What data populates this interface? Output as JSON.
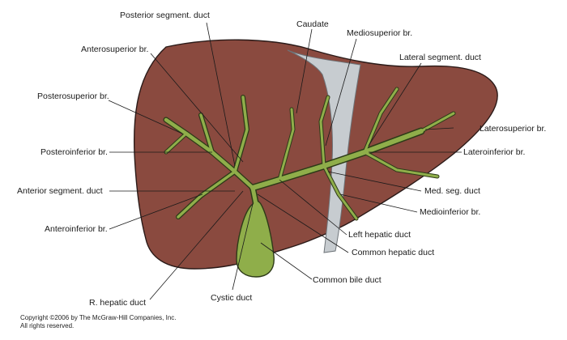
{
  "labels": {
    "posterior_segment_duct": "Posterior segment. duct",
    "caudate": "Caudate",
    "mediosuperior_br": "Mediosuperior br.",
    "anterosuperior_br": "Anterosuperior br.",
    "lateral_segment_duct": "Lateral segment. duct",
    "posterosuperior_br": "Posterosuperior br.",
    "laterosuperior_br": "Laterosuperior br.",
    "posteroinferior_br": "Posteroinferior br.",
    "lateroinferior_br": "Lateroinferior br.",
    "anterior_segment_duct": "Anterior segment. duct",
    "med_seg_duct": "Med. seg. duct",
    "medioinferior_br": "Medioinferior br.",
    "anteroinferior_br": "Anteroinferior br.",
    "left_hepatic_duct": "Left hepatic duct",
    "common_hepatic_duct": "Common hepatic duct",
    "common_bile_duct": "Common bile duct",
    "r_hepatic_duct": "R. hepatic duct",
    "cystic_duct": "Cystic duct"
  },
  "copyright": {
    "line1": "Copyright ©2006 by The McGraw-Hill Companies, Inc.",
    "line2": "All rights reserved."
  },
  "colors": {
    "liver": "#8a4a3f",
    "duct": "#8fae4a",
    "ligament": "#c7ccd0"
  }
}
